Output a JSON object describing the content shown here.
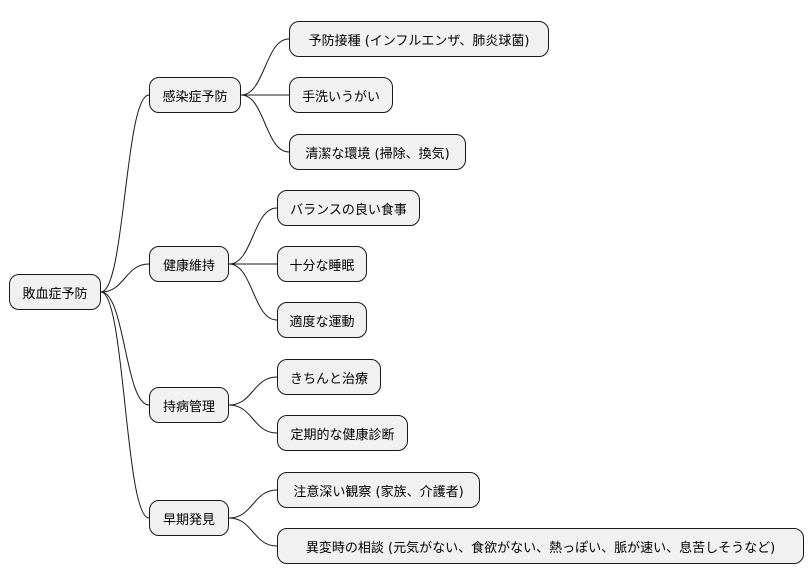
{
  "root": {
    "label": "敗血症予防"
  },
  "branches": [
    {
      "label": "感染症予防",
      "children": [
        {
          "label": "予防接種 (インフルエンザ、肺炎球菌)"
        },
        {
          "label": "手洗いうがい"
        },
        {
          "label": "清潔な環境 (掃除、換気)"
        }
      ]
    },
    {
      "label": "健康維持",
      "children": [
        {
          "label": "バランスの良い食事"
        },
        {
          "label": "十分な睡眠"
        },
        {
          "label": "適度な運動"
        }
      ]
    },
    {
      "label": "持病管理",
      "children": [
        {
          "label": "きちんと治療"
        },
        {
          "label": "定期的な健康診断"
        }
      ]
    },
    {
      "label": "早期発見",
      "children": [
        {
          "label": "注意深い観察 (家族、介護者)"
        },
        {
          "label": "異変時の相談 (元気がない、食欲がない、熱っぽい、脈が速い、息苦しそうなど)"
        }
      ]
    }
  ]
}
